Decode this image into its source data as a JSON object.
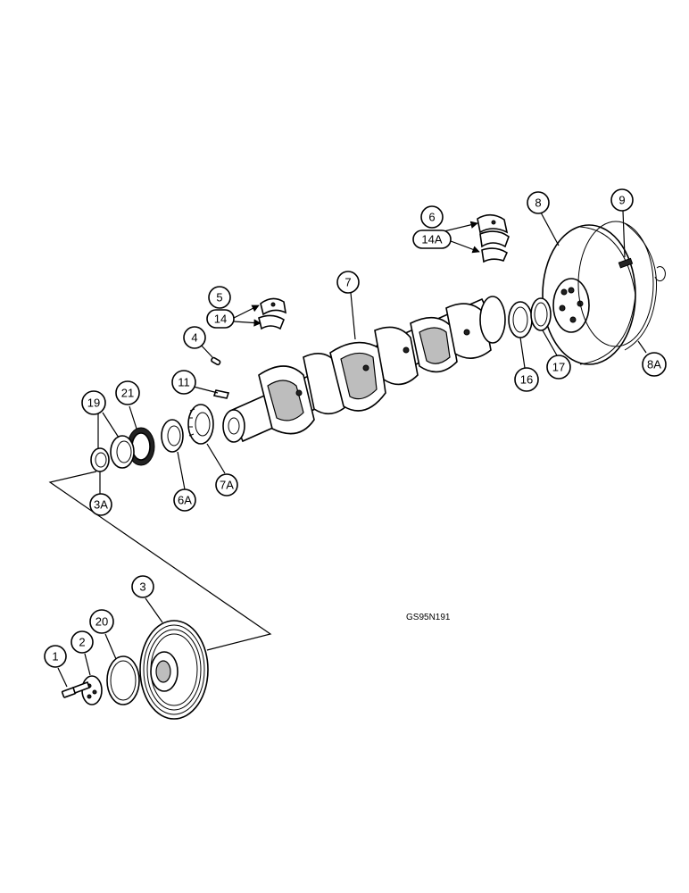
{
  "figure_code": "GS95N191",
  "callouts": {
    "c1": "1",
    "c2": "2",
    "c3": "3",
    "c3a": "3A",
    "c4": "4",
    "c5": "5",
    "c6": "6",
    "c6a": "6A",
    "c7": "7",
    "c7a": "7A",
    "c8": "8",
    "c8a": "8A",
    "c9": "9",
    "c11": "11",
    "c14": "14",
    "c14a": "14A",
    "c16": "16",
    "c17": "17",
    "c19": "19",
    "c20": "20",
    "c21": "21"
  }
}
